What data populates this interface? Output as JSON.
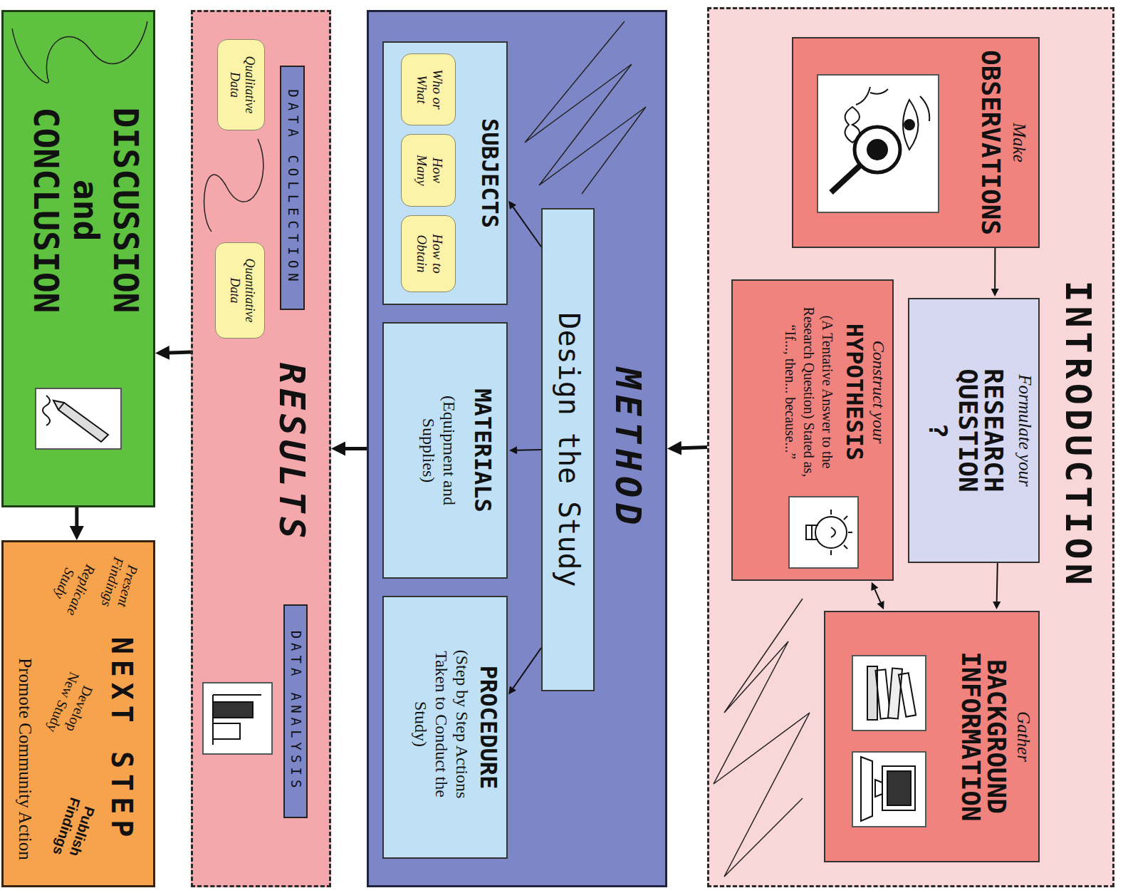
{
  "diagram": {
    "nodes": [
      {
        "text": [
          "INTRODUCTION"
        ]
      },
      {
        "text": [
          "Make",
          "OBSERVATIONS"
        ],
        "in": 0
      },
      {
        "text": [
          "Formulate your",
          "RESEARCH QUESTION",
          "?"
        ],
        "in": 0
      },
      {
        "text": [
          "Construct your",
          "HYPOTHESIS",
          "(A Tentative Answer to the Research Question) Stated as, “If..., then... because...”"
        ],
        "in": 0
      },
      {
        "text": [
          "Gather",
          "BACKGROUND INFORMATION"
        ],
        "in": 0
      },
      {
        "text": [
          "METHOD"
        ]
      },
      {
        "text": [
          "Design the Study"
        ],
        "in": 5
      },
      {
        "text": [
          "SUBJECTS"
        ],
        "in": 5
      },
      {
        "text": [
          "Who or What"
        ],
        "in": 7
      },
      {
        "text": [
          "How Many"
        ],
        "in": 7
      },
      {
        "text": [
          "How to Obtain"
        ],
        "in": 7
      },
      {
        "text": [
          "MATERIALS",
          "(Equipment and Supplies)"
        ],
        "in": 5
      },
      {
        "text": [
          "PROCEDURE",
          "(Step by Step Actions Taken to Conduct the Study)"
        ],
        "in": 5
      },
      {
        "text": [
          "RESULTS"
        ]
      },
      {
        "text": [
          "DATA COLLECTION"
        ],
        "in": 13
      },
      {
        "text": [
          "Qualitative Data"
        ],
        "in": 13
      },
      {
        "text": [
          "Quantitative Data"
        ],
        "in": 13
      },
      {
        "text": [
          "DATA ANALYSIS"
        ],
        "in": 13
      },
      {
        "text": [
          "DISCUSSION and CONCLUSION"
        ]
      },
      {
        "text": [
          "NEXT STEP",
          "Present Findings",
          "Replicate Study",
          "Develop New Study",
          "Publish Findings",
          "Promote Community Action"
        ]
      }
    ],
    "edges": [
      {
        "from": 1,
        "to": 2,
        "arrow": "to"
      },
      {
        "from": 2,
        "to": 4,
        "arrow": "to"
      },
      {
        "from": 3,
        "to": 4,
        "arrow": "both"
      },
      {
        "from": 0,
        "to": 5,
        "arrow": "to"
      },
      {
        "from": 6,
        "to": 7,
        "arrow": "to"
      },
      {
        "from": 6,
        "to": 11,
        "arrow": "to"
      },
      {
        "from": 6,
        "to": 12,
        "arrow": "to"
      },
      {
        "from": 5,
        "to": 13,
        "arrow": "to"
      },
      {
        "from": 13,
        "to": 18,
        "arrow": "to"
      },
      {
        "from": 18,
        "to": 19,
        "arrow": "to"
      }
    ]
  }
}
